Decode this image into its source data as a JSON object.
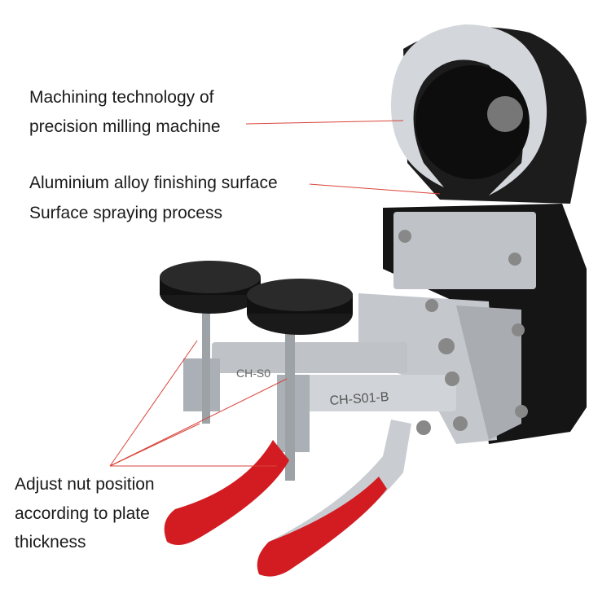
{
  "annotations": {
    "milling": [
      "Machining technology of",
      "precision milling machine"
    ],
    "surface": [
      "Aluminium alloy finishing surface",
      "Surface spraying process"
    ],
    "nut": [
      "Adjust nut position",
      "according to plate",
      "thickness"
    ]
  },
  "product_markings": {
    "clamp_back": "CH-S0",
    "clamp_front": "CH-S01-B"
  },
  "colors": {
    "leader_line": "#d9443a",
    "handle": "#d21c22",
    "frame": "#141414",
    "steel": "#c9ccd0"
  }
}
